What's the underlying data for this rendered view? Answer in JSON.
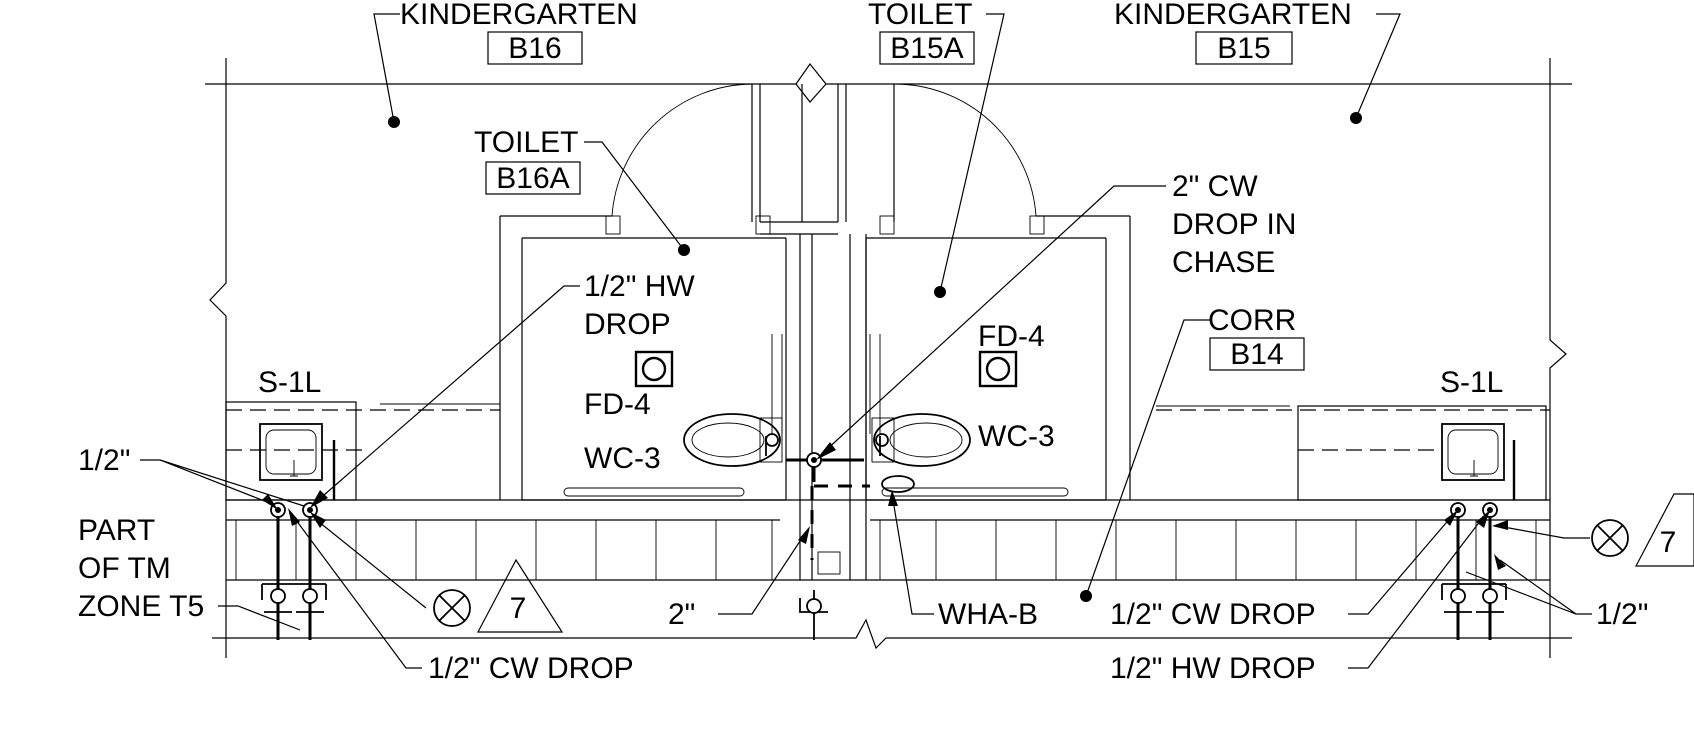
{
  "labels": {
    "kindergarten_b16_name": "KINDERGARTEN",
    "kindergarten_b16_room": "B16",
    "toilet_b15a_name": "TOILET",
    "toilet_b15a_room": "B15A",
    "kindergarten_b15_name": "KINDERGARTEN",
    "kindergarten_b15_room": "B15",
    "toilet_b16a_name": "TOILET",
    "toilet_b16a_room": "B16A",
    "cw_drop_chase_1": "2\" CW",
    "cw_drop_chase_2": "DROP IN",
    "cw_drop_chase_3": "CHASE",
    "hw_drop_left_1": "1/2\"  HW",
    "hw_drop_left_2": "DROP",
    "fd4_left": "FD-4",
    "fd4_right": "FD-4",
    "wc3_left": "WC-3",
    "wc3_right": "WC-3",
    "corr_name": "CORR",
    "corr_room": "B14",
    "s1l_left": "S-1L",
    "s1l_right": "S-1L",
    "half_left": "1/2\"",
    "half_right": "1/2\"",
    "part_1": "PART",
    "part_2": "OF TM",
    "part_3": "ZONE T5",
    "tag_left": "7",
    "tag_right": "7",
    "two_inch": "2\"",
    "wha_b": "WHA-B",
    "cw_drop_right": "1/2\"  CW DROP",
    "hw_drop_right": "1/2\"  HW DROP",
    "cw_drop_bottom": "1/2\"  CW DROP"
  }
}
